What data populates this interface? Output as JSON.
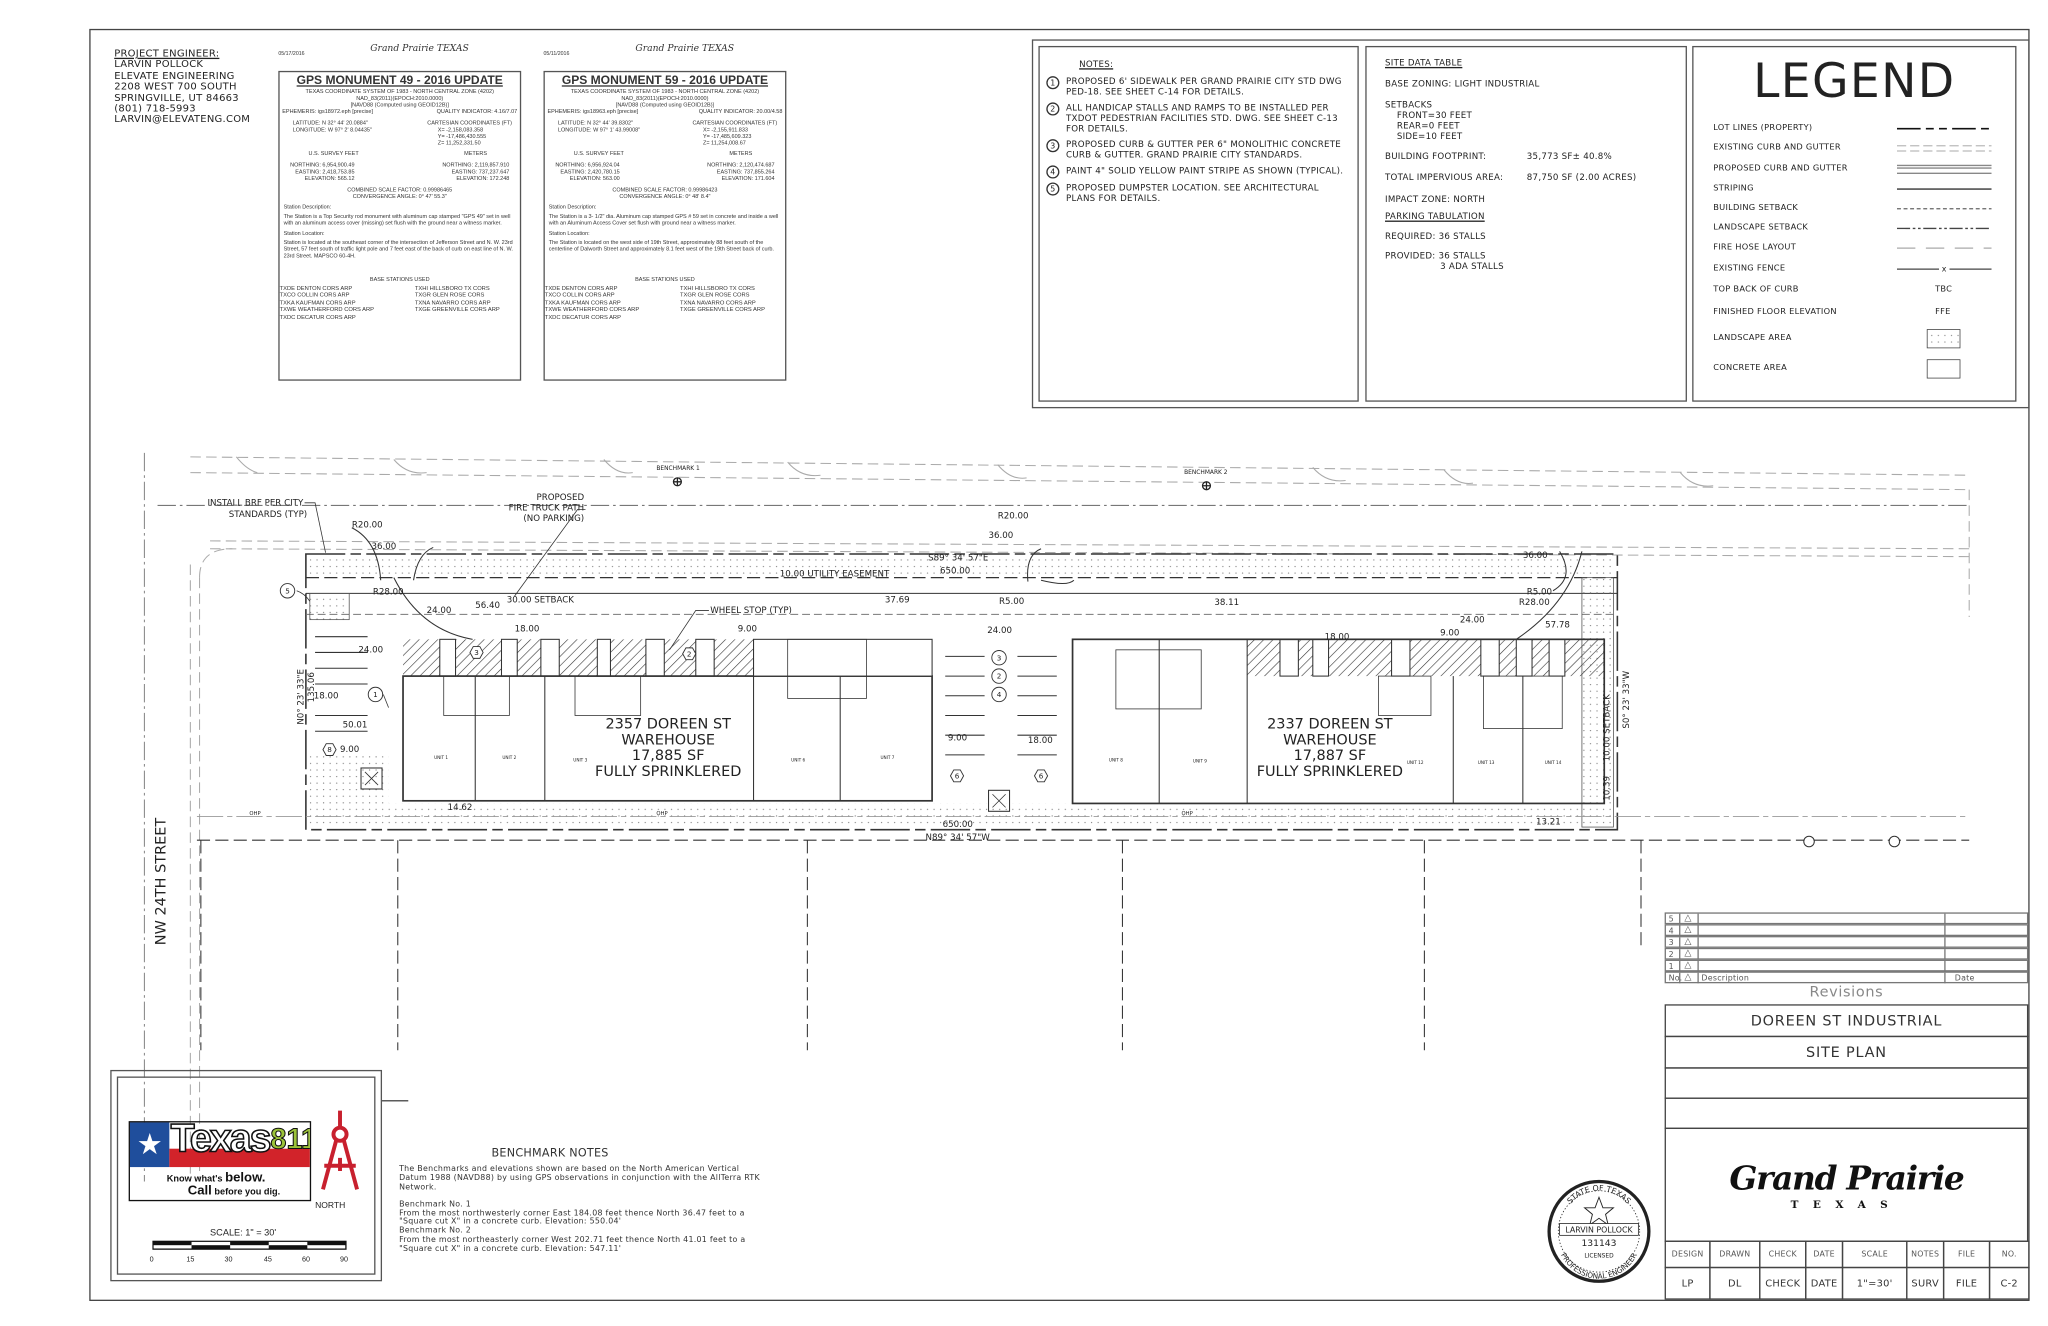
{
  "project_engineer": {
    "heading": "PROJECT ENGINEER:",
    "lines": [
      "LARVIN POLLOCK",
      "ELEVATE ENGINEERING",
      "2208 WEST 700 SOUTH",
      "SPRINGVILLE, UT 84663",
      "(801) 718-5993",
      "LARVIN@ELEVATENG.COM"
    ]
  },
  "gps_monuments": [
    {
      "date": "05/17/2016",
      "logo": "Grand Prairie TEXAS",
      "title": "GPS MONUMENT 49 - 2016 UPDATE",
      "system": "TEXAS COORDINATE SYSTEM OF 1983 - NORTH CENTRAL ZONE (4202)",
      "nad": "NAD_83(2011)(EPOCH:2010.0000)",
      "navd": "[NAVD88 (Computed using GEOID12B)]",
      "ephemeris": "EPHEMERIS: igs18972.eph [precise]",
      "quality": "QUALITY INDICATOR: 4.16/7.07",
      "latitude": "LATITUDE: N 32° 44' 20.0884\"",
      "longitude": "LONGITUDE: W 97° 2' 8.04435\"",
      "cartesian_heading": "CARTESIAN COORDINATES (FT)",
      "x": "X= -2,158,083.358",
      "y": "Y= -17,486,430.555",
      "z": "Z= 11,252,331.50",
      "feet_heading": "U.S. SURVEY FEET",
      "meters_heading": "METERS",
      "northing_ft": "NORTHING: 6,954,900.49",
      "easting_ft": "EASTING: 2,418,753.85",
      "elevation_ft": "ELEVATION: 565.12",
      "northing_m": "NORTHING: 2,119,857.910",
      "easting_m": "EASTING: 737,237.647",
      "elevation_m": "ELEVATION: 172.248",
      "scale_factor": "COMBINED SCALE FACTOR: 0.99986465",
      "convergence": "CONVERGENCE ANGLE: 0° 47' 55.3\"",
      "desc_heading": "Station Description:",
      "description": "The Station is a Top Security rod monument with aluminum cap stamped \"GPS 49\" set in well with an aluminum access cover (missing) set flush with the ground near a witness marker.",
      "loc_heading": "Station Location:",
      "location": "Station is located at the southeast corner of the intersection of Jefferson Street and N. W. 23rd Street, 57 feet south of traffic light pole and 7 feet east of the back of curb on east line of N. W. 23rd Street.  MAPSCO 60-4H.",
      "base_heading": "BASE STATIONS USED",
      "base_left": [
        "TXDE DENTON CORS ARP",
        "TXCO COLLIN CORS ARP",
        "TXKA KAUFMAN CORS ARP",
        "TXWE WEATHERFORD CORS ARP",
        "TXDC DECATUR CORS ARP"
      ],
      "base_right": [
        "TXHI HILLSBORO TX CORS",
        "TXGR GLEN ROSE CORS",
        "TXNA NAVARRO CORS ARP",
        "TXGE GREENVILLE CORS ARP"
      ]
    },
    {
      "date": "05/11/2016",
      "logo": "Grand Prairie TEXAS",
      "title": "GPS MONUMENT 59 - 2016 UPDATE",
      "system": "TEXAS COORDINATE SYSTEM OF 1983 - NORTH CENTRAL ZONE (4202)",
      "nad": "NAD_83(2011)(EPOCH:2010.0000)",
      "navd": "[NAVD88 (Computed using GEOID12B)]",
      "ephemeris": "EPHEMERIS: igs18963.eph [precise]",
      "quality": "QUALITY INDICATOR: 20.00/4.58",
      "latitude": "LATITUDE: N 32° 44' 39.8302\"",
      "longitude": "LONGITUDE: W 97° 1' 43.99008\"",
      "cartesian_heading": "CARTESIAN COORDINATES (FT)",
      "x": "X= -2,155,911.833",
      "y": "Y= -17,485,609.323",
      "z": "Z= 11,254,008.67",
      "feet_heading": "U.S. SURVEY FEET",
      "meters_heading": "METERS",
      "northing_ft": "NORTHING: 6,956,924.04",
      "easting_ft": "EASTING: 2,420,780.15",
      "elevation_ft": "ELEVATION: 563.00",
      "northing_m": "NORTHING: 2,120,474.687",
      "easting_m": "EASTING: 737,855.264",
      "elevation_m": "ELEVATION: 171.604",
      "scale_factor": "COMBINED SCALE FACTOR: 0.99986423",
      "convergence": "CONVERGENCE ANGLE: 0° 48' 8.4\"",
      "desc_heading": "Station Description:",
      "description": "The Station is a 3- 1/2\" dia. Aluminum cap stamped GPS # 59 set in concrete and inside a well with an Aluminum Access Cover set flush with ground near a witness marker.",
      "loc_heading": "Station Location:",
      "location": "The Station is located on the west side of 19th Street, approximately 88 feet south of the centerline of Dalworth Street and approximately 8.1 feet west of the 19th Street back of curb.",
      "base_heading": "BASE STATIONS USED",
      "base_left": [
        "TXDE DENTON CORS ARP",
        "TXCO COLLIN CORS ARP",
        "TXKA KAUFMAN CORS ARP",
        "TXWE WEATHERFORD CORS ARP",
        "TXDC DECATUR CORS ARP"
      ],
      "base_right": [
        "TXHI HILLSBORO TX CORS",
        "TXGR GLEN ROSE CORS",
        "TXNA NAVARRO CORS ARP",
        "TXGE GREENVILLE CORS ARP"
      ]
    }
  ],
  "notes": {
    "heading": "NOTES:",
    "items": [
      {
        "num": "1",
        "text": "PROPOSED 6' SIDEWALK PER GRAND PRAIRIE CITY STD DWG PED-18. SEE SHEET C-14 FOR DETAILS."
      },
      {
        "num": "2",
        "text": "ALL HANDICAP STALLS AND RAMPS TO BE INSTALLED PER TXDOT PEDESTRIAN FACILITIES STD. DWG. SEE SHEET C-13 FOR DETAILS."
      },
      {
        "num": "3",
        "text": "PROPOSED CURB & GUTTER PER 6\" MONOLITHIC CONCRETE CURB & GUTTER. GRAND PRAIRIE CITY STANDARDS."
      },
      {
        "num": "4",
        "text": "PAINT 4\" SOLID YELLOW PAINT STRIPE AS SHOWN (TYPICAL)."
      },
      {
        "num": "5",
        "text": "PROPOSED DUMPSTER LOCATION. SEE ARCHITECTURAL PLANS FOR DETAILS."
      }
    ]
  },
  "site_data": {
    "heading": "SITE DATA TABLE",
    "base_zoning": "BASE ZONING: LIGHT INDUSTRIAL",
    "setbacks_heading": "SETBACKS",
    "setbacks": [
      "FRONT=30 FEET",
      "REAR=0 FEET",
      "SIDE=10 FEET"
    ],
    "footprint_label": "BUILDING FOOTPRINT:",
    "footprint_value": "35,773 SF± 40.8%",
    "impervious_label": "TOTAL IMPERVIOUS AREA:",
    "impervious_value": "87,750 SF (2.00 ACRES)",
    "impact_zone": "IMPACT ZONE: NORTH",
    "parking_heading": "PARKING TABULATION",
    "required": "REQUIRED: 36 STALLS",
    "provided": "PROVIDED: 36 STALLS",
    "ada": "3  ADA STALLS"
  },
  "legend": {
    "title": "LEGEND",
    "items": [
      {
        "label": "LOT LINES (PROPERTY)",
        "symbol": "lot-line"
      },
      {
        "label": "EXISTING CURB AND GUTTER",
        "symbol": "existing-curb"
      },
      {
        "label": "PROPOSED CURB AND GUTTER",
        "symbol": "proposed-curb"
      },
      {
        "label": "STRIPING",
        "symbol": "striping"
      },
      {
        "label": "BUILDING SETBACK",
        "symbol": "building-setback"
      },
      {
        "label": "LANDSCAPE SETBACK",
        "symbol": "landscape-setback"
      },
      {
        "label": "FIRE HOSE LAYOUT",
        "symbol": "fire-hose"
      },
      {
        "label": "EXISTING FENCE",
        "symbol": "fence",
        "mark": "x"
      },
      {
        "label": "TOP BACK OF CURB",
        "symbol": "text",
        "mark": "TBC"
      },
      {
        "label": "FINISHED FLOOR ELEVATION",
        "symbol": "text",
        "mark": "FFE"
      },
      {
        "label": "LANDSCAPE AREA",
        "symbol": "landscape-hatch"
      },
      {
        "label": "CONCRETE AREA",
        "symbol": "concrete-hatch"
      }
    ]
  },
  "site_plan": {
    "street": "NW 24TH STREET",
    "benchmark1": "BENCHMARK 1",
    "benchmark2": "BENCHMARK 2",
    "brf_1": "INSTALL BRF PER CITY",
    "brf_2": "STANDARDS (TYP)",
    "fire_1": "PROPOSED",
    "fire_2": "FIRE TRUCK PATH",
    "fire_3": "(NO PARKING)",
    "easement": "10.00 UTILITY EASEMENT",
    "setback": "30.00 SETBACK",
    "wheel_stop": "WHEEL STOP (TYP)",
    "bearing_north": "S89° 34' 57\"E",
    "bearing_south": "N89° 34' 57\"W",
    "bearing_west": "N0° 23' 33\"E",
    "bearing_east": "S0° 23' 33\"W",
    "side_setback": "10.00 SETBACK",
    "length_ns": "650.00",
    "length_ew": "135.06",
    "dims": {
      "r20": "R20.00",
      "r28": "R28.00",
      "r5": "R5.00",
      "d36": "36.00",
      "d24": "24.00",
      "d18": "18.00",
      "d9": "9.00",
      "d56_40": "56.40",
      "d37_69": "37.69",
      "d38_11": "38.11",
      "d57_78": "57.78",
      "d50_01": "50.01",
      "d14_62": "14.62",
      "d13_21": "13.21",
      "d10_39": "10.39"
    },
    "building1": {
      "address": "2357 DOREEN ST",
      "type": "WAREHOUSE",
      "area": "17,885 SF",
      "note": "FULLY SPRINKLERED",
      "units": [
        "UNIT 1",
        "UNIT 2",
        "UNIT 3",
        "UNIT 6",
        "UNIT 7"
      ]
    },
    "building2": {
      "address": "2337 DOREEN ST",
      "type": "WAREHOUSE",
      "area": "17,887 SF",
      "note": "FULLY SPRINKLERED",
      "units": [
        "UNIT 8",
        "UNIT 9",
        "UNIT 12",
        "UNIT 13",
        "UNIT 14"
      ]
    },
    "callouts": {
      "c1": "1",
      "c2": "2",
      "c3": "3",
      "c4": "4",
      "c5": "5",
      "h2": "2",
      "h3": "3",
      "h6": "6",
      "h8": "8"
    },
    "utility_label": "OHP"
  },
  "texas811": {
    "brand": "Texas",
    "number": "811",
    "tagline1_a": "Know what's ",
    "tagline1_b": "below.",
    "tagline2_a": "Call",
    "tagline2_b": " before you dig.",
    "north": "NORTH",
    "scale": "SCALE: 1\" = 30'",
    "ticks": [
      "0",
      "15",
      "30",
      "45",
      "60",
      "90"
    ]
  },
  "benchmark_notes": {
    "title": "BENCHMARK NOTES",
    "intro": "The Benchmarks and elevations shown are based on the North American Vertical Datum 1988 (NAVD88) by using GPS observations in conjunction with the AllTerra RTK Network.",
    "bm1_title": "Benchmark No. 1",
    "bm1_text": "From the most northwesterly corner East 184.08 feet thence North 36.47 feet to a \"Square cut X\" in a concrete curb. Elevation: 550.04'",
    "bm2_title": "Benchmark No. 2",
    "bm2_text": "From the most northeasterly corner West 202.71 feet thence North 41.01 feet to a \"Square cut X\" in a concrete curb. Elevation: 547.11'"
  },
  "seal": {
    "state": "STATE OF TEXAS",
    "name": "LARVIN POLLOCK",
    "number": "131143",
    "licensed": "LICENSED",
    "profession": "PROFESSIONAL ENGINEER"
  },
  "revisions": {
    "rows": [
      "5",
      "4",
      "3",
      "2",
      "1"
    ],
    "col_no": "No.",
    "col_desc": "Description",
    "col_date": "Date",
    "title": "Revisions"
  },
  "title_block": {
    "project": "DOREEN ST INDUSTRIAL",
    "sheet_title": "SITE PLAN",
    "logo": "Grand Prairie",
    "logo_sub": "TEXAS",
    "headers": [
      "DESIGN",
      "DRAWN",
      "CHECK",
      "DATE",
      "SCALE",
      "NOTES",
      "FILE",
      "NO."
    ],
    "values": [
      "LP",
      "DL",
      "CHECK",
      "DATE",
      "1\"=30'",
      "SURV",
      "FILE",
      "C-2"
    ]
  },
  "colors": {
    "texas_red": "#d2232a",
    "texas_blue": "#1f4e9c",
    "logo_green": "#9cc33a",
    "line": "#333333",
    "grey_line": "#9a9a9a"
  }
}
